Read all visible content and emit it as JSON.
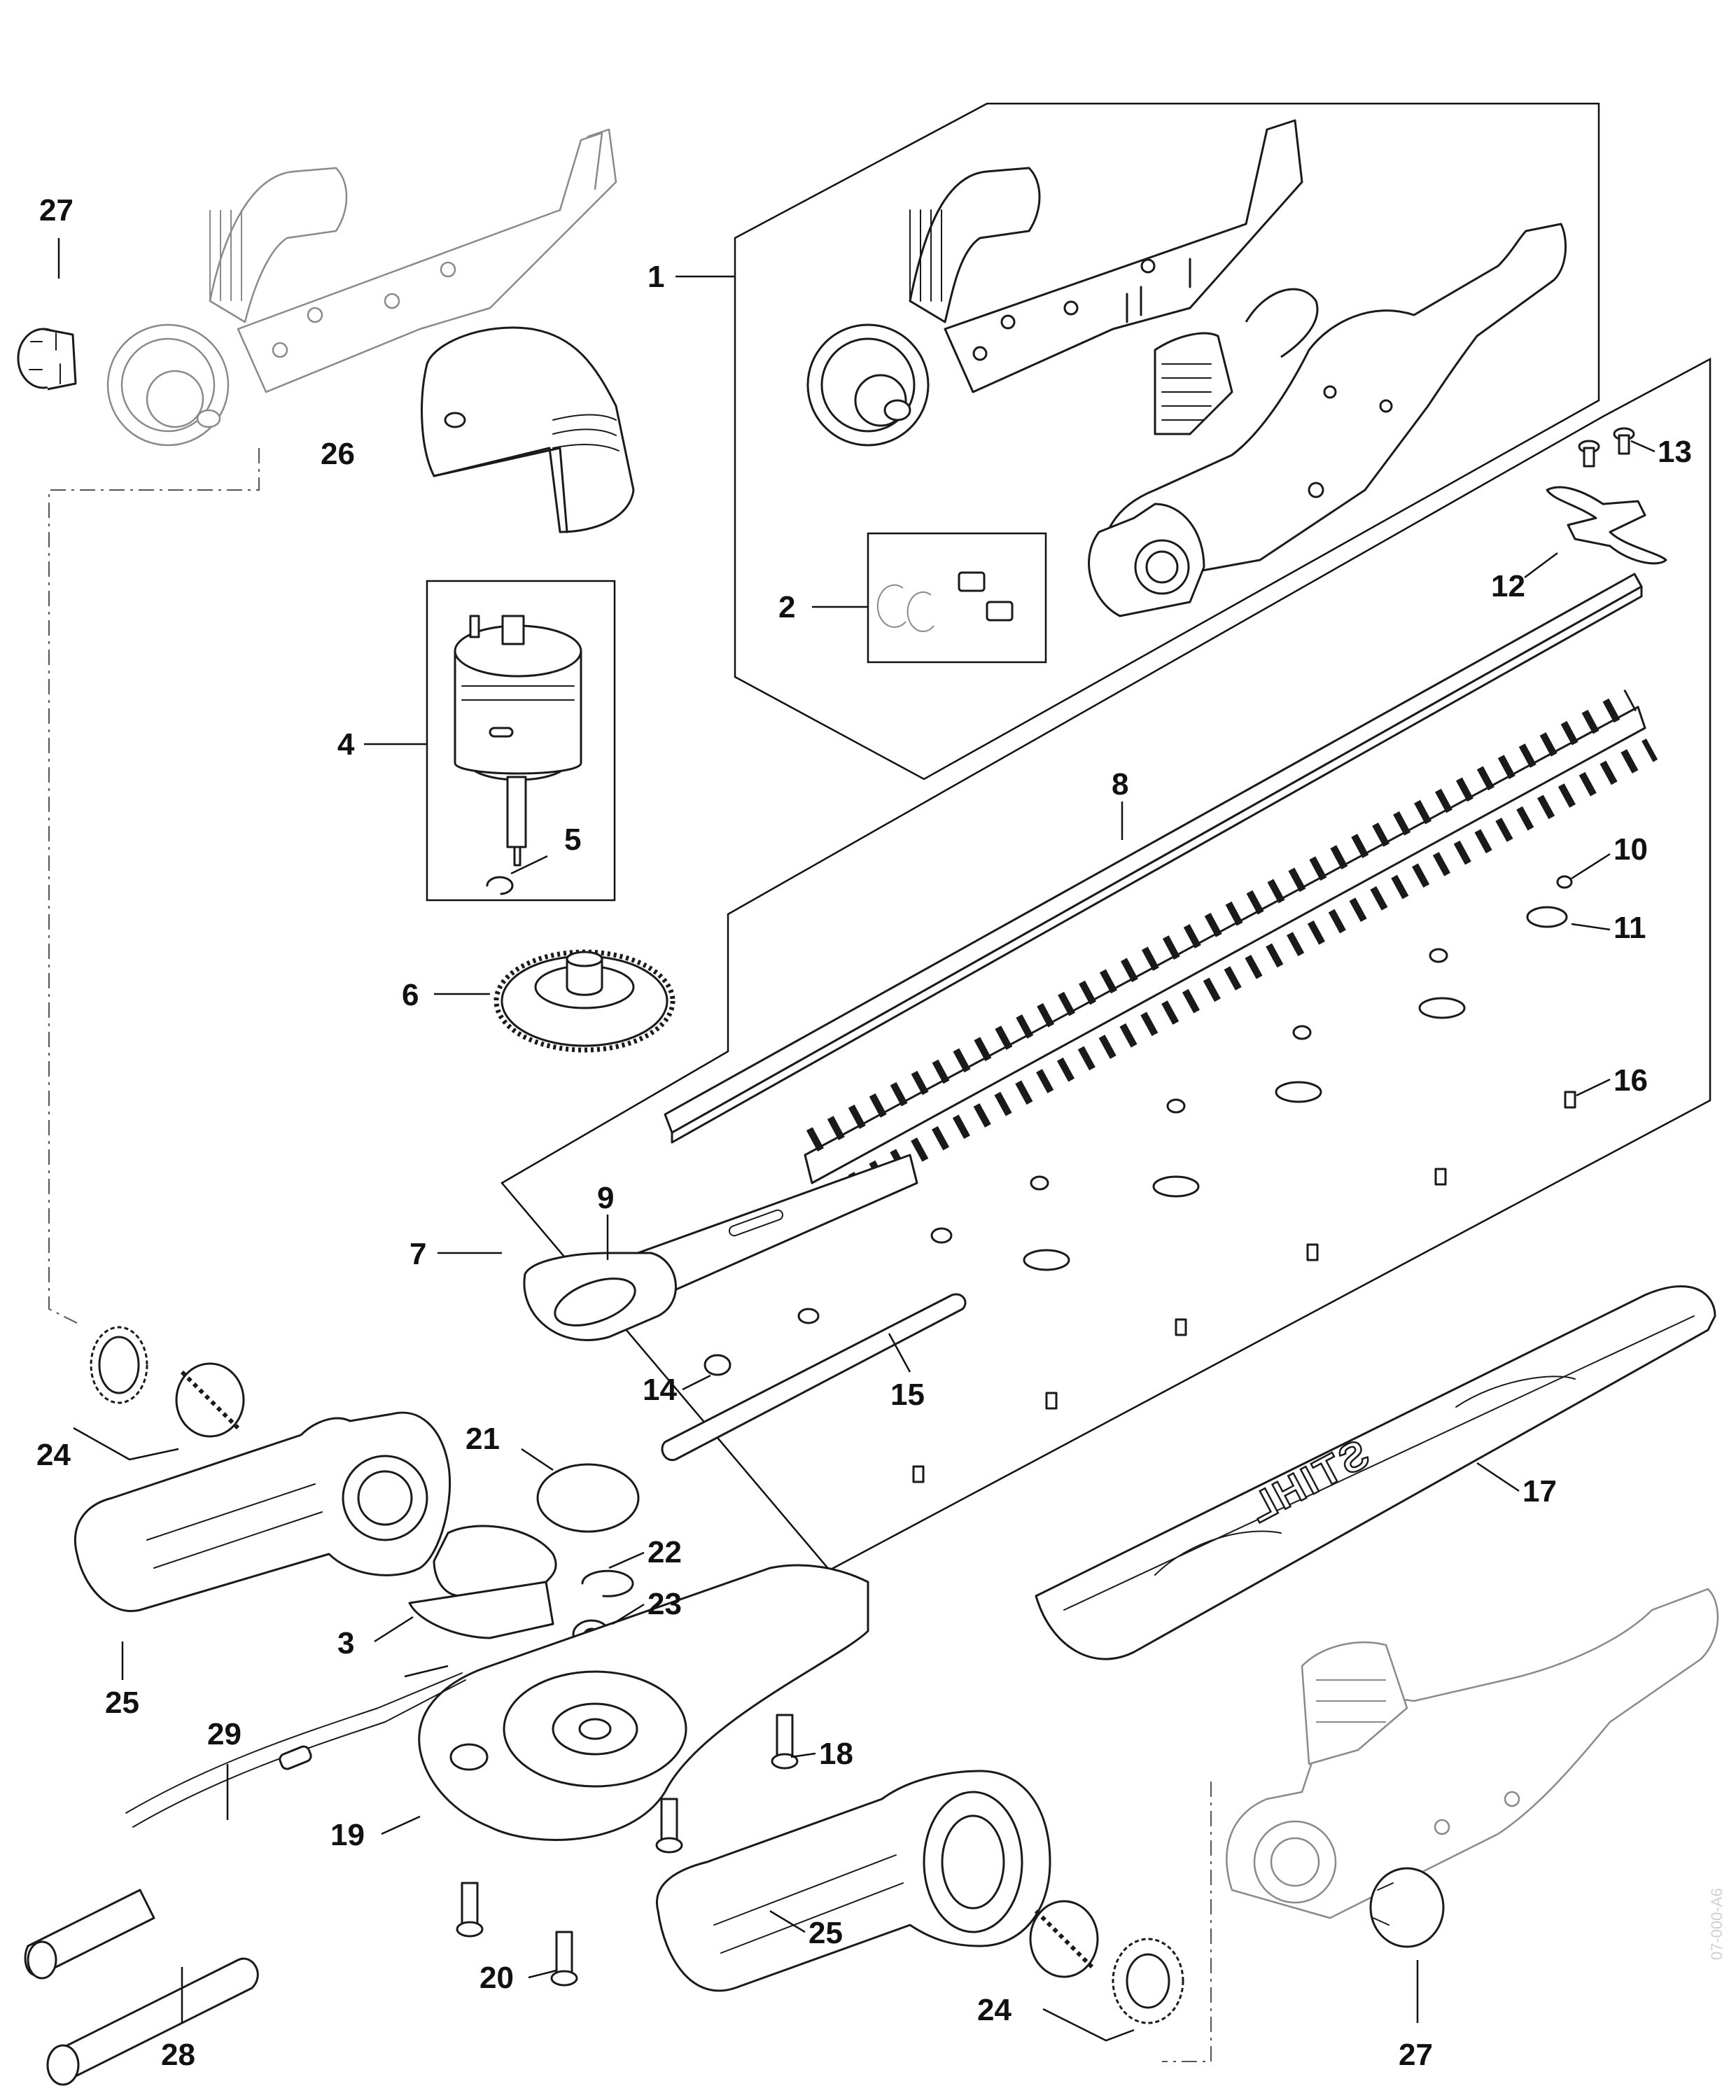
{
  "labels": {
    "p1": "1",
    "p2": "2",
    "p3": "3",
    "p4": "4",
    "p5": "5",
    "p6": "6",
    "p7": "7",
    "p8": "8",
    "p9": "9",
    "p10": "10",
    "p11": "11",
    "p12": "12",
    "p13": "13",
    "p14": "14",
    "p15": "15",
    "p16": "16",
    "p17": "17",
    "p18": "18",
    "p19": "19",
    "p20": "20",
    "p21": "21",
    "p22": "22",
    "p23": "23",
    "p24a": "24",
    "p24b": "24",
    "p25a": "25",
    "p25b": "25",
    "p26": "26",
    "p27a": "27",
    "p27b": "27",
    "p28": "28",
    "p29": "29"
  },
  "brand_text": "STIHL",
  "side_code": "07-000-A6"
}
